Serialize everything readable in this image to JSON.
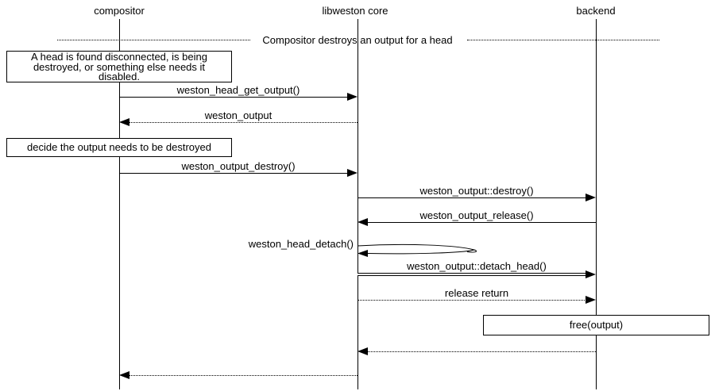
{
  "entities": [
    {
      "name": "compositor"
    },
    {
      "name": "libweston core"
    },
    {
      "name": "backend"
    }
  ],
  "divider": {
    "label": "Compositor destroys an output for a head"
  },
  "notes": [
    {
      "lines": [
        "A head is found disconnected, is being",
        "destroyed, or something else needs it",
        "disabled."
      ]
    },
    {
      "lines": [
        "decide the output needs to be destroyed"
      ]
    }
  ],
  "messages": [
    {
      "label": "weston_head_get_output()",
      "from": "compositor",
      "to": "libweston core",
      "style": "solid"
    },
    {
      "label": "weston_output",
      "from": "libweston core",
      "to": "compositor",
      "style": "dotted"
    },
    {
      "label": "weston_output_destroy()",
      "from": "compositor",
      "to": "libweston core",
      "style": "solid"
    },
    {
      "label": "weston_output::destroy()",
      "from": "libweston core",
      "to": "backend",
      "style": "solid"
    },
    {
      "label": "weston_output_release()",
      "from": "backend",
      "to": "libweston core",
      "style": "solid"
    },
    {
      "label": "weston_head_detach()",
      "from": "libweston core",
      "to": "libweston core",
      "style": "self"
    },
    {
      "label": "weston_output::detach_head()",
      "from": "libweston core",
      "to": "backend",
      "style": "double"
    },
    {
      "label": "release return",
      "from": "libweston core",
      "to": "backend",
      "style": "dotted"
    },
    {
      "label": "",
      "from": "backend",
      "to": "libweston core",
      "style": "dotted"
    },
    {
      "label": "",
      "from": "libweston core",
      "to": "compositor",
      "style": "dotted"
    }
  ],
  "action_box": {
    "label": "free(output)"
  }
}
